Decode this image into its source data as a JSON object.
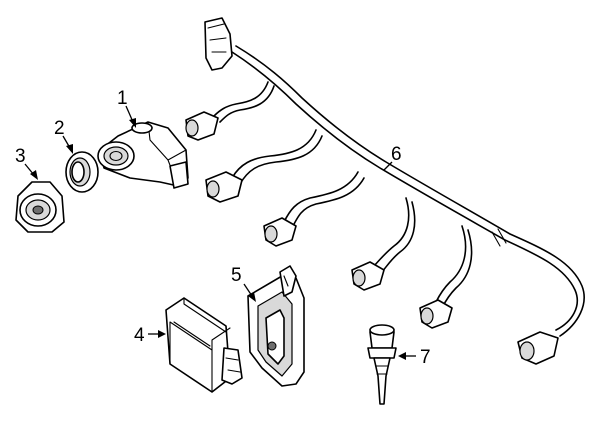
{
  "callouts": [
    {
      "id": "1",
      "part": "sensor"
    },
    {
      "id": "2",
      "part": "retainer-ring"
    },
    {
      "id": "3",
      "part": "bracket"
    },
    {
      "id": "4",
      "part": "control-module"
    },
    {
      "id": "5",
      "part": "mounting-bracket"
    },
    {
      "id": "6",
      "part": "wiring-harness"
    },
    {
      "id": "7",
      "part": "temperature-sensor"
    }
  ]
}
